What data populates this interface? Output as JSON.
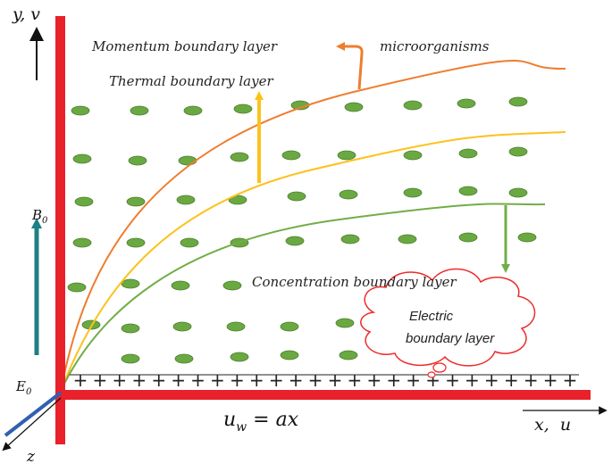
{
  "labels": {
    "y_axis": "y, v",
    "x_axis": "x,  u",
    "z_axis": "z",
    "magnetic_field": "B",
    "magnetic_field_sub": "0",
    "electric_field": "E",
    "electric_field_sub": "0",
    "wall_velocity_u": "u",
    "wall_velocity_sub": "w",
    "wall_velocity_rhs": " = ax",
    "momentum_layer": "Momentum boundary layer",
    "microorganisms": "microorganisms",
    "thermal_layer": "Thermal boundary layer",
    "concentration_layer": "Concentration boundary layer",
    "electric_layer_line1": "Electric",
    "electric_layer_line2": "boundary layer",
    "charge_symbol": "+"
  },
  "colors": {
    "wall": "#e8212b",
    "wall_edge": "#b5121b",
    "momentum": "#ef7d2f",
    "thermal": "#fcc21c",
    "concentration": "#72ad47",
    "microorganism": "#6aa842",
    "microorganism_edge": "#4d7f30",
    "b_arrow": "#1e7f86",
    "z_axis": "#3160b0",
    "cloud_stroke": "#ee2b2b",
    "charge": "#222222"
  },
  "charges": {
    "count": 26
  }
}
